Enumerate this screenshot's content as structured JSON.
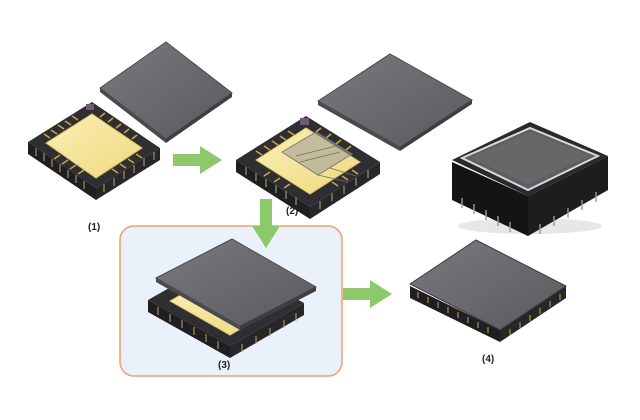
{
  "steps": [
    {
      "label": "(1)"
    },
    {
      "label": "(2)"
    },
    {
      "label": "(3)"
    },
    {
      "label": "(4)"
    }
  ],
  "colors": {
    "lid": "#6b6b6e",
    "lid_edge": "#4a4a4d",
    "package_body": "#2f2f33",
    "package_side": "#1f1f22",
    "cavity": "#f3e39a",
    "cavity_edge": "#d8c270",
    "pads": "#c9a640",
    "arrow": "#8dc96a",
    "highlight_box_fill": "#eaf1fb",
    "highlight_box_stroke": "#eea46a"
  }
}
